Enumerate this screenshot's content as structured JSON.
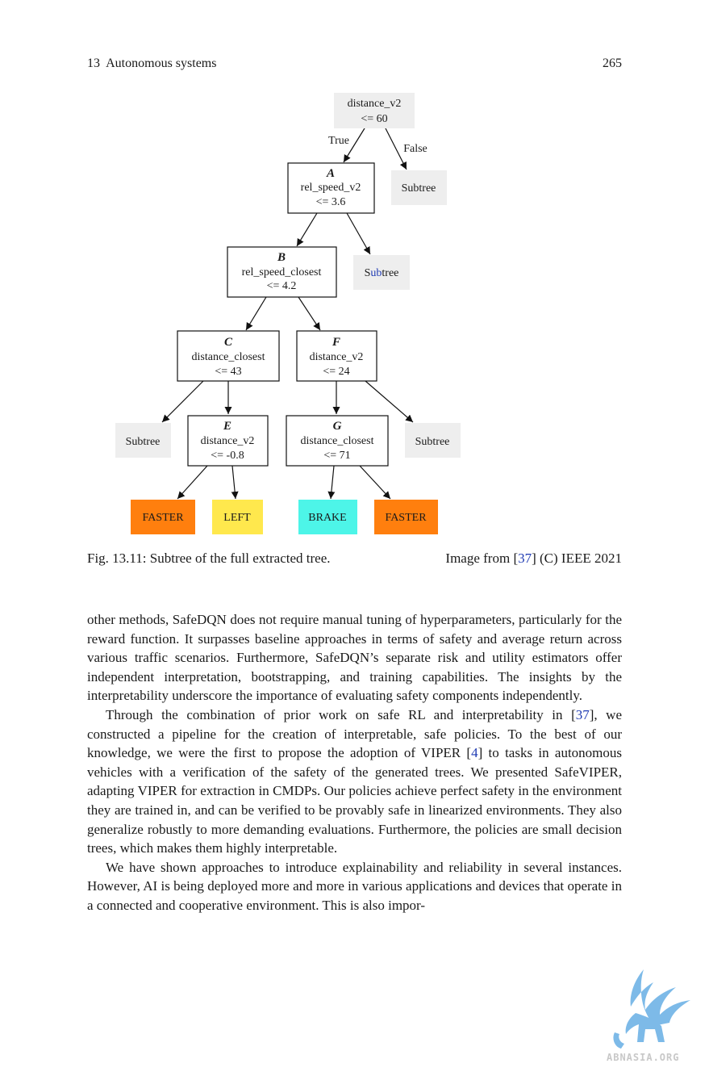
{
  "running_head": {
    "chapter": "13  Autonomous systems",
    "page_number": "265"
  },
  "figure": {
    "edge_labels": {
      "true": "True",
      "false": "False"
    },
    "nodes": {
      "root": {
        "lines": [
          "distance_v2",
          "<= 60"
        ]
      },
      "A": {
        "title": "A",
        "lines": [
          "rel_speed_v2",
          "<= 3.6"
        ]
      },
      "root_subtree": {
        "label": "Subtree"
      },
      "B": {
        "title": "B",
        "lines": [
          "rel_speed_closest",
          "<= 4.2"
        ]
      },
      "A_subtree": {
        "label_parts": [
          "S",
          "ub",
          "tree"
        ]
      },
      "C": {
        "title": "C",
        "lines": [
          "distance_closest",
          "<= 43"
        ]
      },
      "F": {
        "title": "F",
        "lines": [
          "distance_v2",
          "<= 24"
        ]
      },
      "C_subtree": {
        "label": "Subtree"
      },
      "E": {
        "title": "E",
        "lines": [
          "distance_v2",
          "<= -0.8"
        ]
      },
      "G": {
        "title": "G",
        "lines": [
          "distance_closest",
          "<= 71"
        ]
      },
      "F_subtree": {
        "label": "Subtree"
      },
      "leaf1": {
        "label": "FASTER",
        "color": "#ff7f0e"
      },
      "leaf2": {
        "label": "LEFT",
        "color": "#ffe84d"
      },
      "leaf3": {
        "label": "BRAKE",
        "color": "#4df5e8"
      },
      "leaf4": {
        "label": "FASTER",
        "color": "#ff7f0e"
      }
    },
    "subtree_fill": "#eeeeee",
    "highlight_color": "#1f3bb3"
  },
  "caption": {
    "text": "Fig. 13.11: Subtree of the full extracted tree.",
    "credit_prefix": "Image from [",
    "credit_ref": "37",
    "credit_suffix": "] (C) IEEE 2021"
  },
  "paragraphs": [
    {
      "indent": false,
      "parts": [
        {
          "text": "other methods, SafeDQN does not require manual tuning of hyperparameters, particularly for the reward function. It surpasses baseline approaches in terms of safety and average return across various traffic scenarios. Furthermore, SafeDQN’s separate risk and utility estimators offer independent interpretation, bootstrapping, and training capabilities. The insights by the interpretability underscore the importance of evaluating safety components independently."
        }
      ]
    },
    {
      "indent": true,
      "parts": [
        {
          "text": "Through the combination of prior work on safe RL and interpretability in ["
        },
        {
          "text": "37",
          "link": true
        },
        {
          "text": "], we constructed a pipeline for the creation of interpretable, safe policies. To the best of our knowledge, we were the first to propose the adoption of VIPER ["
        },
        {
          "text": "4",
          "link": true
        },
        {
          "text": "] to tasks in autonomous vehicles with a verification of the safety of the generated trees. We presented SafeVIPER, adapting VIPER for extraction in CMDPs. Our policies achieve perfect safety in the environment they are trained in, and can be verified to be provably safe in linearized environments. They also generalize robustly to more demanding evaluations. Furthermore, the policies are small decision trees, which makes them highly interpretable."
        }
      ]
    },
    {
      "indent": true,
      "parts": [
        {
          "text": "We have shown approaches to introduce explainability and reliability in several instances. However, AI is being deployed more and more in various applications and devices that operate in a connected and cooperative environment. This is also impor-"
        }
      ]
    }
  ],
  "watermark": {
    "text": "ABNASIA.ORG",
    "icon": "griffin-logo",
    "color": "#6fb3e6"
  }
}
